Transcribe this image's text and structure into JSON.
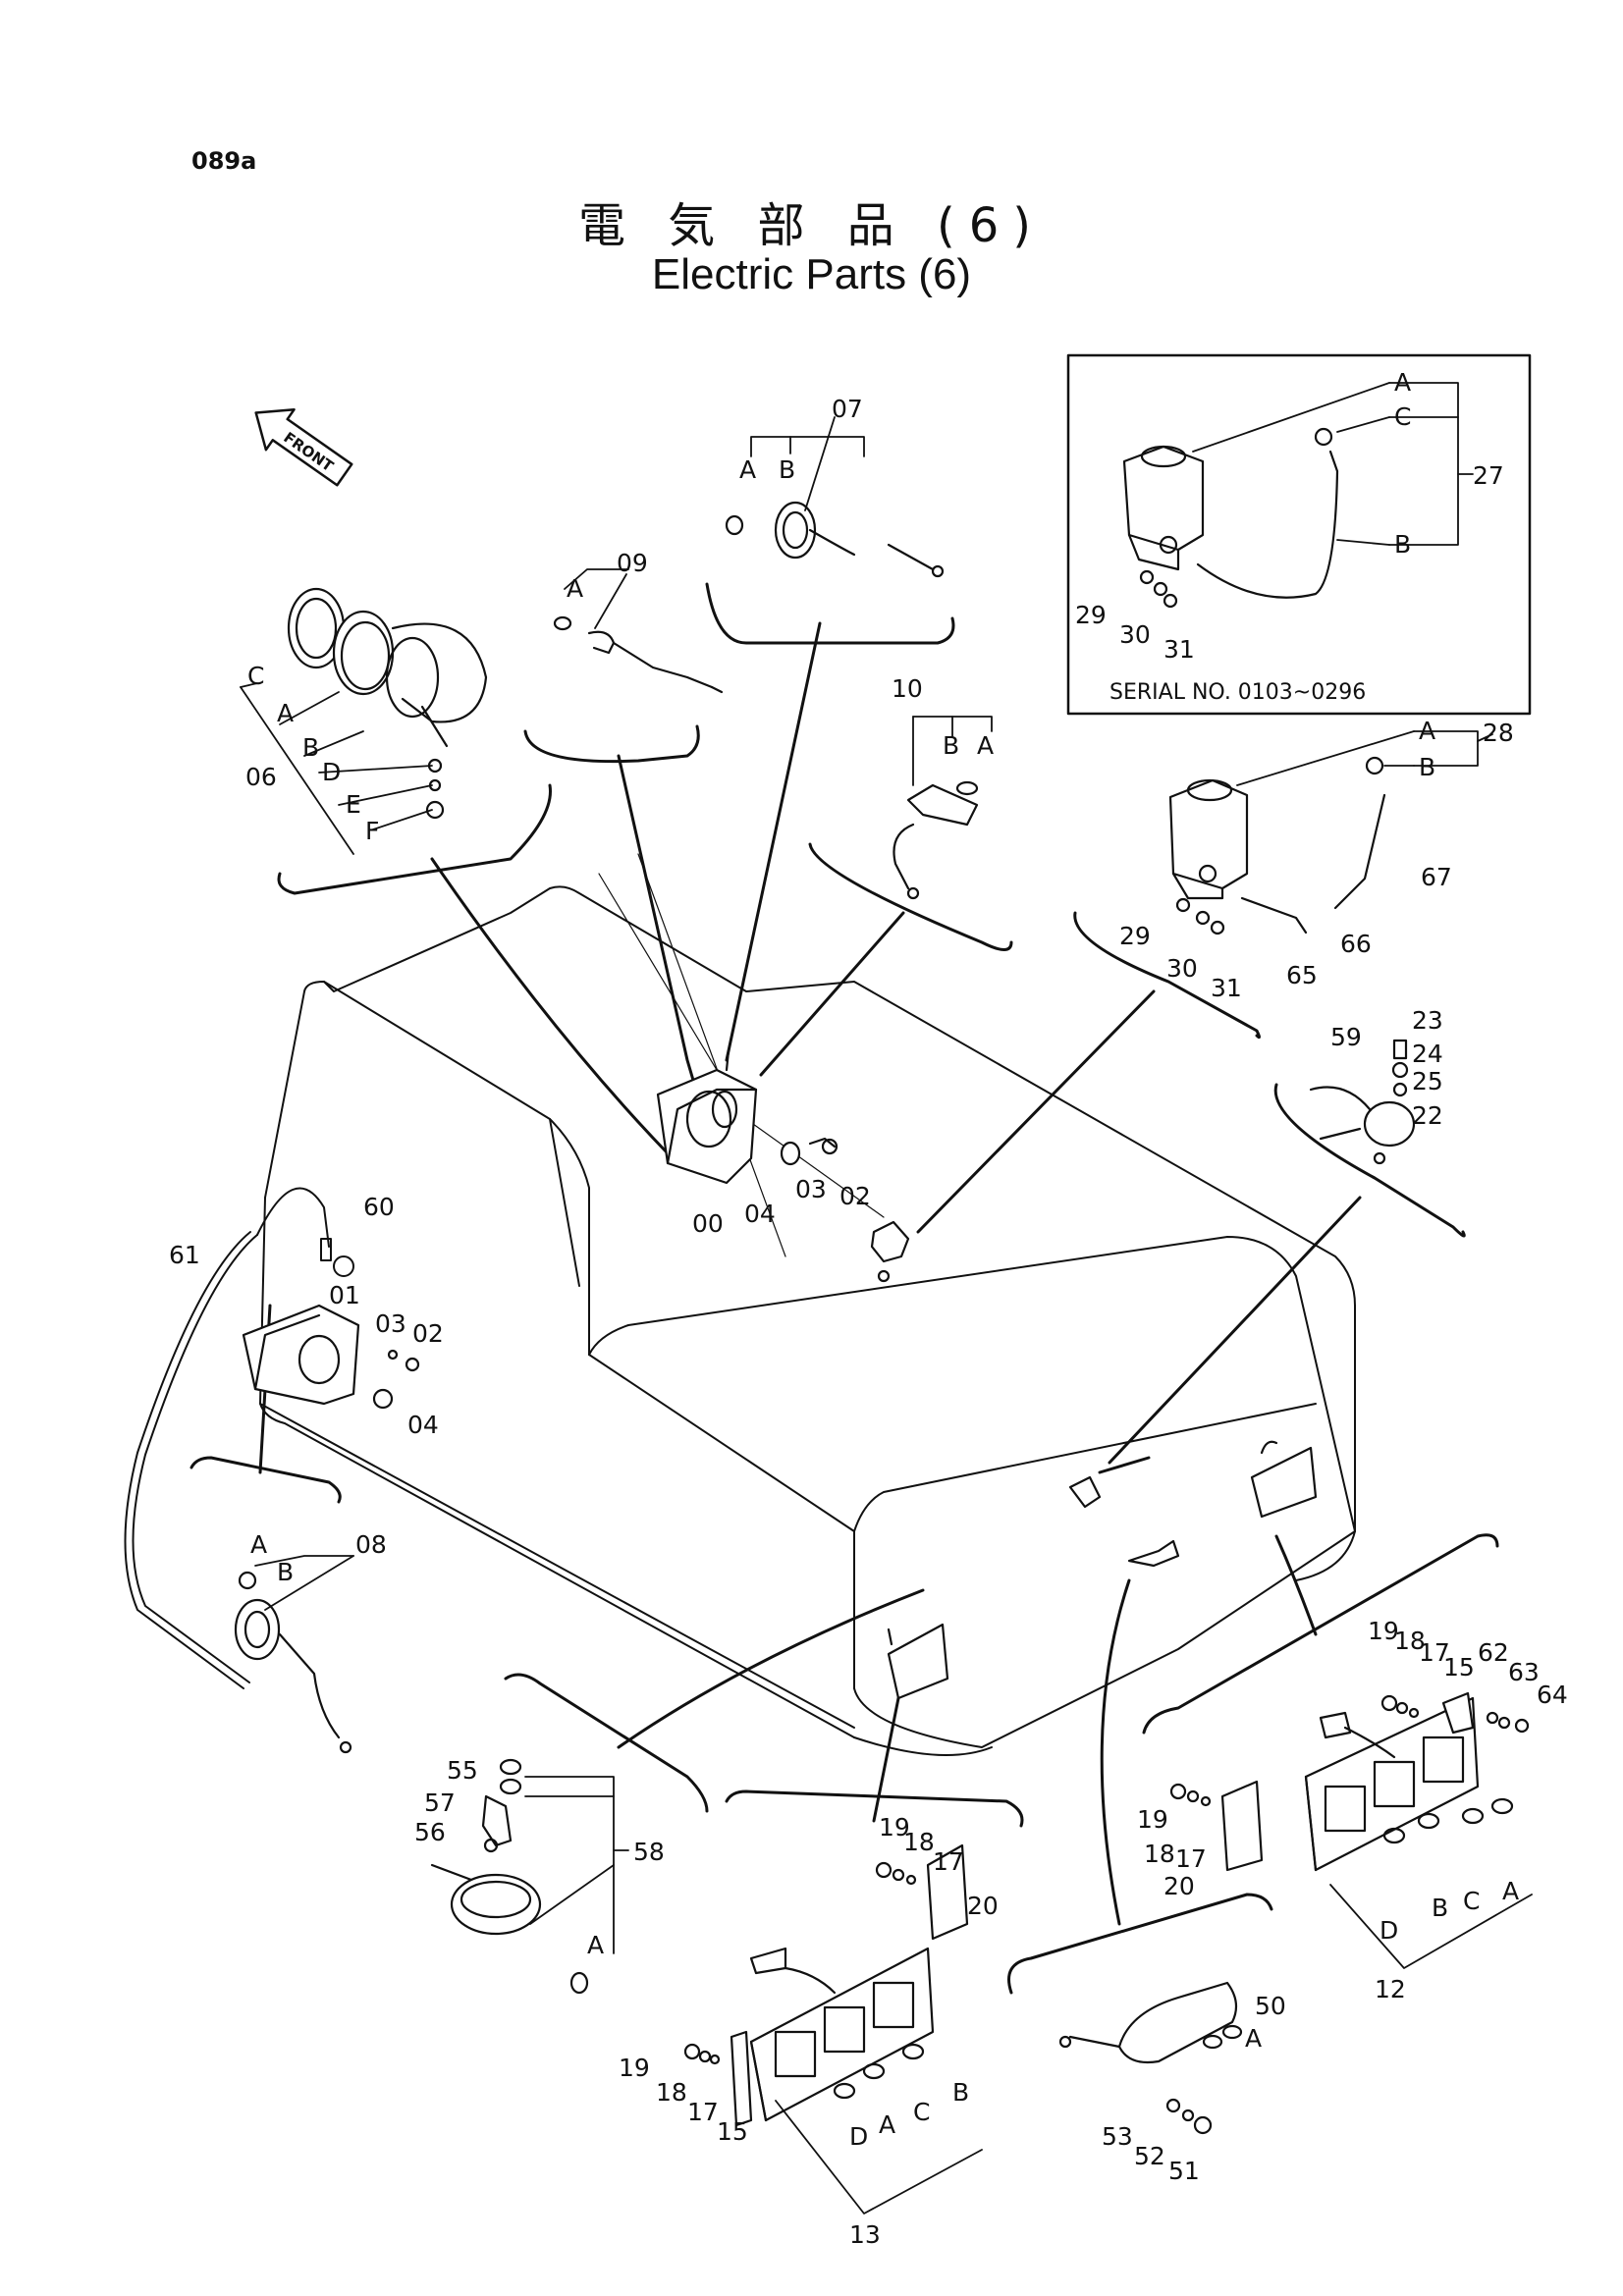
{
  "page_code": "089a",
  "title": {
    "ja": "電 気 部 品 (6)",
    "en": "Electric Parts (6)"
  },
  "front_label": "FRONT",
  "serial_note": "SERIAL NO. 0103~0296",
  "labels": {
    "l00": "00",
    "l01": "01",
    "l02a": "02",
    "l02b": "02",
    "l03a": "03",
    "l03b": "03",
    "l04a": "04",
    "l04b": "04",
    "l06": "06",
    "l07": "07",
    "l08": "08",
    "l09": "09",
    "l10": "10",
    "l12": "12",
    "l13": "13",
    "l15a": "15",
    "l15b": "15",
    "l17a": "17",
    "l17b": "17",
    "l17c": "17",
    "l17d": "17",
    "l18a": "18",
    "l18b": "18",
    "l18c": "18",
    "l18d": "18",
    "l19a": "19",
    "l19b": "19",
    "l19c": "19",
    "l19d": "19",
    "l20a": "20",
    "l20b": "20",
    "l22": "22",
    "l23": "23",
    "l24": "24",
    "l25": "25",
    "l27": "27",
    "l28": "28",
    "l29a": "29",
    "l29b": "29",
    "l30a": "30",
    "l30b": "30",
    "l31a": "31",
    "l31b": "31",
    "l50": "50",
    "l51": "51",
    "l52": "52",
    "l53": "53",
    "l55": "55",
    "l56": "56",
    "l57": "57",
    "l58": "58",
    "l59": "59",
    "l60": "60",
    "l61": "61",
    "l62": "62",
    "l63": "63",
    "l64": "64",
    "l65": "65",
    "l66": "66",
    "l67": "67"
  },
  "letters": {
    "A": "A",
    "B": "B",
    "C": "C",
    "D": "D",
    "E": "E",
    "F": "F"
  }
}
